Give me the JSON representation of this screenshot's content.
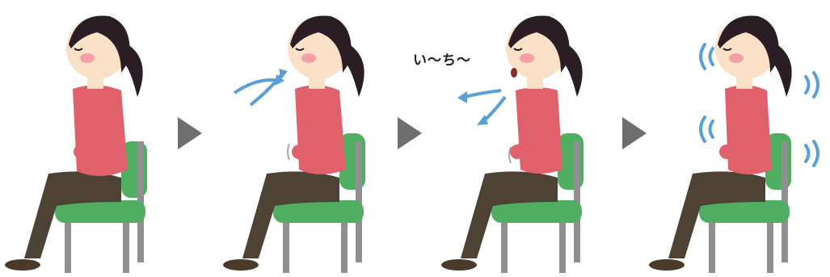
{
  "speech_text": "い〜ち〜",
  "colors": {
    "shirt": "#e0606c",
    "pants": "#4e4234",
    "chair_seat": "#4fae62",
    "chair_frame": "#8f8f8f",
    "hair": "#2a1e24",
    "skin": "#fbe0c8",
    "blush": "#f5a0a6",
    "airflow": "#5aa0d6",
    "step_arrow": "#6e6e6e"
  },
  "steps": [
    {
      "state": "sitting"
    },
    {
      "state": "inhale"
    },
    {
      "state": "exhale"
    },
    {
      "state": "vibrate"
    }
  ],
  "icons": [
    "step-arrow-icon",
    "inhale-arrow-icon",
    "exhale-arrow-icon",
    "vibration-icon"
  ]
}
